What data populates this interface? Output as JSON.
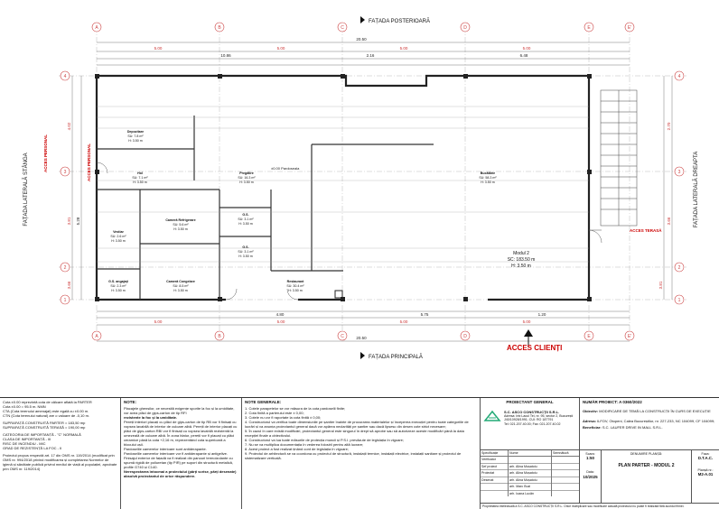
{
  "plan": {
    "top_facade": "FAȚADA POSTERIOARĂ",
    "bottom_facade": "FAȚADA PRINCIPALĂ",
    "left_facade": "FAȚADA LATERALĂ STÂNGA",
    "right_facade": "FAȚADA LATERALĂ DREAPTA",
    "main_entrance": "ACCES CLIENȚI",
    "terrace_access": "ACCES TERASĂ",
    "staff_access_1": "ACCES PERSONAL",
    "staff_access_2": "ACCES PERSONAL",
    "module_title": "Modul 2",
    "module_sc": "SC: 183.50 m",
    "module_h": "H: 3.50 m",
    "level_label": "±0.00 Pardoseala",
    "axes_letters": [
      "A",
      "B",
      "C",
      "D",
      "E",
      "E'"
    ],
    "axes_numbers": [
      "1",
      "2",
      "3",
      "4"
    ],
    "dim_total": "20.50",
    "dim_top_a": "5.00",
    "dim_top_b": "5.00",
    "dim_top_c": "5.00",
    "dim_top_d": "5.00",
    "dim_top_e": "10.86",
    "dim_top_f": "6.48",
    "dim_top_g": "2.16",
    "dim_bot_a": "5.00",
    "dim_bot_b": "5.00",
    "dim_bot_c": "5.00",
    "dim_bot_d": "5.00",
    "dim_bot_e": "4.80",
    "dim_bot_f": "5.75",
    "dim_bot_g": "1.20",
    "dim_left_a": "4.02",
    "dim_left_b": "3.81",
    "dim_left_c": "5.28",
    "dim_left_d": "3.66",
    "dim_right_a": "2.70",
    "dim_right_b": "3.66",
    "dim_right_c": "3.81",
    "rooms": [
      {
        "name": "Depozitare",
        "sc": "SU: 7.8 m²",
        "h": "H: 3.50 m"
      },
      {
        "name": "Hol",
        "sc": "SU: 7.1 m²",
        "h": "H: 3.50 m"
      },
      {
        "name": "Pregătire",
        "sc": "SU: 16.3 m²",
        "h": "H: 3.50 m"
      },
      {
        "name": "Bucătărie",
        "sc": "SU: 58.3 m²",
        "h": "H: 3.50 m"
      },
      {
        "name": "Cameră Refrigerare",
        "sc": "SU: 5.6 m²",
        "h": "H: 3.50 m"
      },
      {
        "name": "G.S.",
        "sc": "SU: 3.1 m²",
        "h": "H: 3.50 m"
      },
      {
        "name": "G.S.",
        "sc": "SU: 3.1 m²",
        "h": "H: 3.50 m"
      },
      {
        "name": "Vestiar",
        "sc": "SU: 2.6 m²",
        "h": "H: 3.50 m"
      },
      {
        "name": "G.S. angajați",
        "sc": "SU: 2.3 m²",
        "h": "H: 3.50 m"
      },
      {
        "name": "Cameră Congelare",
        "sc": "SU: 8.5 m²",
        "h": "H: 3.50 m"
      },
      {
        "name": "Restaurant",
        "sc": "SU: 30.4 m²",
        "h": "H: 3.50 m"
      }
    ]
  },
  "notes_left": {
    "l1": "Cota ±0.00 reprezintă cota de călcare aflată la PARTER",
    "l2": "Cota ±0.00 = 95.5 m. NMN",
    "l3": "CTA (Cota terenului amenajat) este egală cu ±0.00 m.",
    "l4": "CTN (Cota terenului natural) are o valoare de -0,10 m.",
    "l5": "SUPRAFAȚĂ CONSTRUITĂ PARTER = 183,50 mp",
    "l6": "SUPRAFAȚĂ CONSTRUITĂ TERASĂ = 190,00 mp",
    "l7": "CATEGORIA DE IMPORTANȚĂ - \"C\" NORMALĂ",
    "l8": "CLASA DE IMPORTANȚĂ - III",
    "l9": "RISC DE INCENDIU - MIC",
    "l10": "GRAD DE REZISTENȚĂ LA FOC - II",
    "l11": "Proiectul propus respectă art. 17 din OMS nr. 119/2014 (modificat prin OMS nr. 994/2018 privind modificarea și completarea Normelor de igienă și sănătate publică privind mediul de viață al populației, aprobate prin OMS nr. 119/2014)"
  },
  "note_block": {
    "title": "NOTE:",
    "p1": "Placajele ghensilor, ce necesită exigențe sporite la foc și la umiditate, vor avea plăci de gips-carton de tip RFI",
    "p2": "rezistente la foc și la umiditate.",
    "p3": "Pereții interiori placați cu plăci de gips-carton de tip RB vor fi finisați cu vopsea lavabilă de interior de culoare albă. Pereții de interior placați cu plăci de gips-carton RBI vor fi finisați cu vopsea lavabilă rezistentă la umezeală de culoare albă. În zona blatur, pereții vor fi placați cu plăci ceramice până la cota +2,16 m, reprezentând cota superioară a blocului ușii.",
    "p4": "Pardoselile camerelor interioare sunt antiderapante.",
    "p5": "Pardoselile camerelor interioare vor fi antiderapante și antigelive.",
    "p6": "Finisajul exterior de fațadă va fi realizat din panouri termoizolante cu spumă rigidă de poliuretan (tip PIR) pe suport din structură metalică, profile G740 și C140.",
    "p7": "Nerespectarea întocmai a proiectului (părți scrise, părți desenate) absolvă proiectantul de orice răspundere."
  },
  "general_notes": {
    "title": "NOTE GENERALE:",
    "n1": "1. Cotele parapetelor se vor măsura de la cota pardoselii finite;",
    "n2": "2. Cota finită a parterului este ± 0,00;",
    "n3": "3. Cotele nu vor fi raportate la cota finită ± 0,00;",
    "n4": "4. Constructorul va verifica toate dimensiunile pe șantier înainte de procurarea materialelor și începerea execuției pentru toate categoriile de lucrări și va anunța proiectantul general dacă vor apărea neclarități pe șantier sau dacă lipsesc din desen cote strict necesare;",
    "n5": "5. În cazul în care există modificări, proiectantul general este singurul în drept să aprobe sau să autorizeze aceste modificări până la data recepției finale a obiectivului.",
    "n6": "6. Constructorul va lua toate măsurile de protecția muncii și P.S.I. prevăzute de legislația în vigoare;",
    "n7": "7. Nu se va multiplica documentația în vederea folosirii pentru altă lucrare;",
    "n8": "8. Acest proiect a fost realizat ținând cont de legislația în vigoare;",
    "n9": "9. Proiectul de arhitectură se va coordona cu proiectul de structură, instalații termice, instalații electrice, instalații sanitare și proiectul de sistematizare verticală."
  },
  "company": {
    "section_title": "PROIECTANT GENERAL",
    "name": "S.C. ASCO CONSTRUCȚII S.R.L.",
    "addr1": "Adresa: Intr.Lacul Tei, nr. 95, sector 2, București",
    "addr2": "J40/10928/1991; CUI: RO 187791",
    "addr3": "Tel: 021.207.40.00; Fax: 021.207.40.02"
  },
  "project": {
    "number_label": "NUMĂR PROIECT:",
    "number": "A 0360/2022",
    "obj_label": "Obiectiv:",
    "obj_value": "MODIFICARE DE TEMĂ LA CONSTRUCȚII ÎN CURS DE EXECUȚIE",
    "addr_label": "Adresa:",
    "addr_value": "ILFOV, Otopeni, Calea Bucureștilor, nr. 227-233, NC 104099, CF 104099;",
    "ben_label": "Beneficiar:",
    "ben_value": "S.C. LAUFER DRIVE IN MALL S.R.L."
  },
  "sign_table": {
    "h_spec": "Specificație",
    "h_name": "Nume",
    "h_sig": "Semnătură",
    "rows": [
      {
        "role": "Verificator",
        "name": ""
      },
      {
        "role": "Șef proiect",
        "name": "arh. Alina Mușatoiu"
      },
      {
        "role": "Proiectat",
        "name": "arh. Alina Mușatoiu"
      },
      {
        "role": "Desenat",
        "name": "arh. Alina Mușatoiu"
      },
      {
        "role": "",
        "name": "arh. Marc Buzi"
      },
      {
        "role": "",
        "name": "arh. Ioana Lucăn"
      }
    ]
  },
  "meta": {
    "scale_label": "Scara:",
    "scale": "1:50",
    "date_label": "Data:",
    "date": "10/2025",
    "plan_label": "DENUMIRE PLANȘĂ:",
    "plan_name": "PLAN PARTER - MODUL 2",
    "phase_label": "Faza:",
    "phase": "D.T.A.C.",
    "sheet_label": "Planșă nr.:",
    "sheet": "M2-A.01"
  },
  "footer": "Proprietatea intelectuală a S.C. ASCO CONSTRUCȚII S.R.L. Orice multiplicare sau modificare actuală proiectului nu poate fi realizată fără acordul firmei."
}
